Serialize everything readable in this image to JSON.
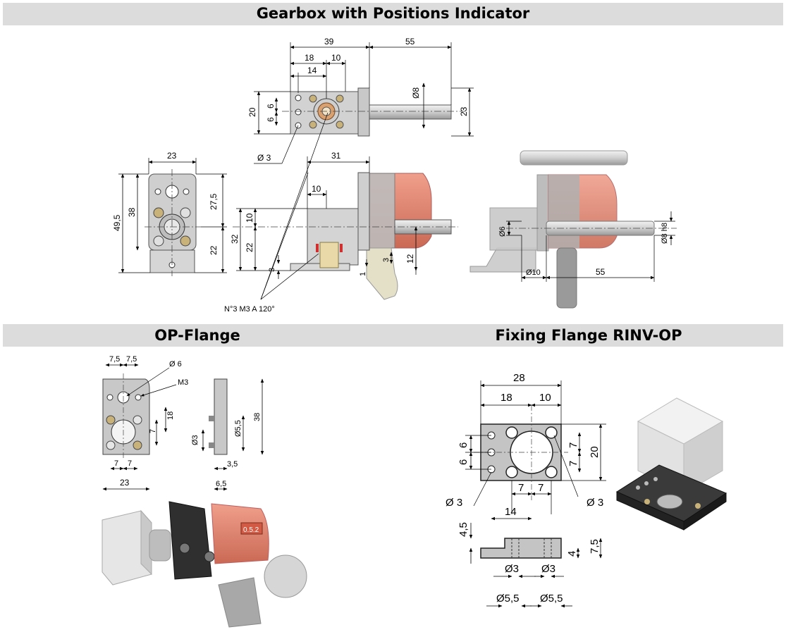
{
  "sections": {
    "gearbox": {
      "title": "Gearbox with Positions Indicator"
    },
    "op_flange": {
      "title": "OP-Flange"
    },
    "fixing_flange": {
      "title": "Fixing Flange RINV-OP"
    }
  },
  "gearbox_top_view": {
    "dims": {
      "total_39": "39",
      "shaft_55": "55",
      "d18": "18",
      "d10": "10",
      "d14": "14",
      "phi8": "Ø8",
      "h20": "20",
      "h6a": "6",
      "h6b": "6",
      "h23": "23",
      "phi3": "Ø 3"
    }
  },
  "gearbox_front_view": {
    "dims": {
      "w23": "23",
      "h49_5": "49,5",
      "h38": "38",
      "h27_5": "27,5",
      "h22": "22"
    }
  },
  "gearbox_side_view": {
    "dims": {
      "w31": "31",
      "w10": "10",
      "h10": "10",
      "h32": "32",
      "h22": "22",
      "h3": "3",
      "h1": "1",
      "h3b": "3",
      "h12": "12",
      "note": "N°3 M3 A 120°"
    }
  },
  "gearbox_3d_view": {
    "dims": {
      "phi6": "Ø6",
      "phi8h8": "Ø8 h8",
      "phi10": "Ø10",
      "l55": "55"
    }
  },
  "op_flange_drawing": {
    "dims": {
      "w7_5a": "7,5",
      "w7_5b": "7,5",
      "phi6": "Ø 6",
      "m3": "M3",
      "h18": "18",
      "h7": "7",
      "h38": "38",
      "phi5_5": "Ø5,5",
      "phi3": "Ø3",
      "h3_5": "3,5",
      "w7a": "7",
      "w7b": "7",
      "w23": "23",
      "w6_5": "6,5"
    },
    "display_digits": "0.5.2"
  },
  "fixing_flange_drawing": {
    "dims": {
      "w28": "28",
      "w18": "18",
      "w10": "10",
      "h6a": "6",
      "h6b": "6",
      "h7a": "7",
      "h7b": "7",
      "h20": "20",
      "w7a": "7",
      "w7b": "7",
      "w14": "14",
      "phi3_left": "Ø 3",
      "phi3_right": "Ø 3",
      "h4_5": "4,5",
      "h4": "4",
      "h7_5": "7,5",
      "phi3_a": "Ø3",
      "phi3_b": "Ø3",
      "phi5_5_a": "Ø5,5",
      "phi5_5_b": "Ø5,5"
    }
  },
  "colors": {
    "band": "#dcdcdc",
    "body_grey": "#c8c8c8",
    "counter_red": "#e07a64",
    "brass": "#c9b27a",
    "dark": "#2f2f2f"
  }
}
